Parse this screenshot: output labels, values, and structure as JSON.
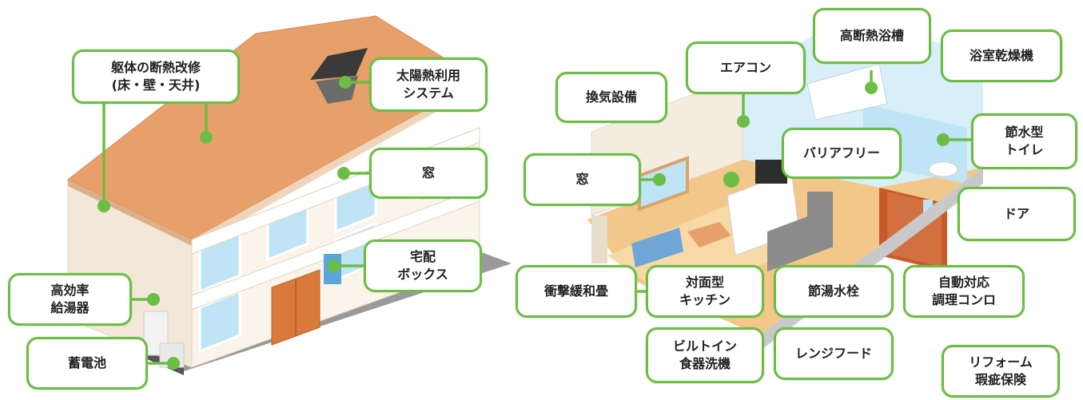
{
  "colors": {
    "accent": "#6cbd45",
    "roof": "#e8a06a",
    "wall": "#f7efe4",
    "window": "#bfe4f6",
    "door": "#d97a3a"
  },
  "callouts": {
    "insulation": "躯体の断熱改修\n(床・壁・天井)",
    "solar": "太陽熱利用\nシステム",
    "window_left": "窓",
    "delivery_box": "宅配\nボックス",
    "water_heater": "高効率\n給湯器",
    "battery": "蓄電池",
    "ventilation": "換気設備",
    "aircon": "エアコン",
    "bathtub": "高断熱浴槽",
    "bath_dryer": "浴室乾燥機",
    "barrier_free": "バリアフリー",
    "toilet": "節水型\nトイレ",
    "window_right": "窓",
    "door": "ドア",
    "tatami": "衝撃緩和畳",
    "kitchen": "対面型\nキッチン",
    "faucet": "節湯水栓",
    "stove": "自動対応\n調理コンロ",
    "dishwasher": "ビルトイン\n食器洗機",
    "range_hood": "レンジフード",
    "insurance": "リフォーム\n瑕疵保険"
  }
}
